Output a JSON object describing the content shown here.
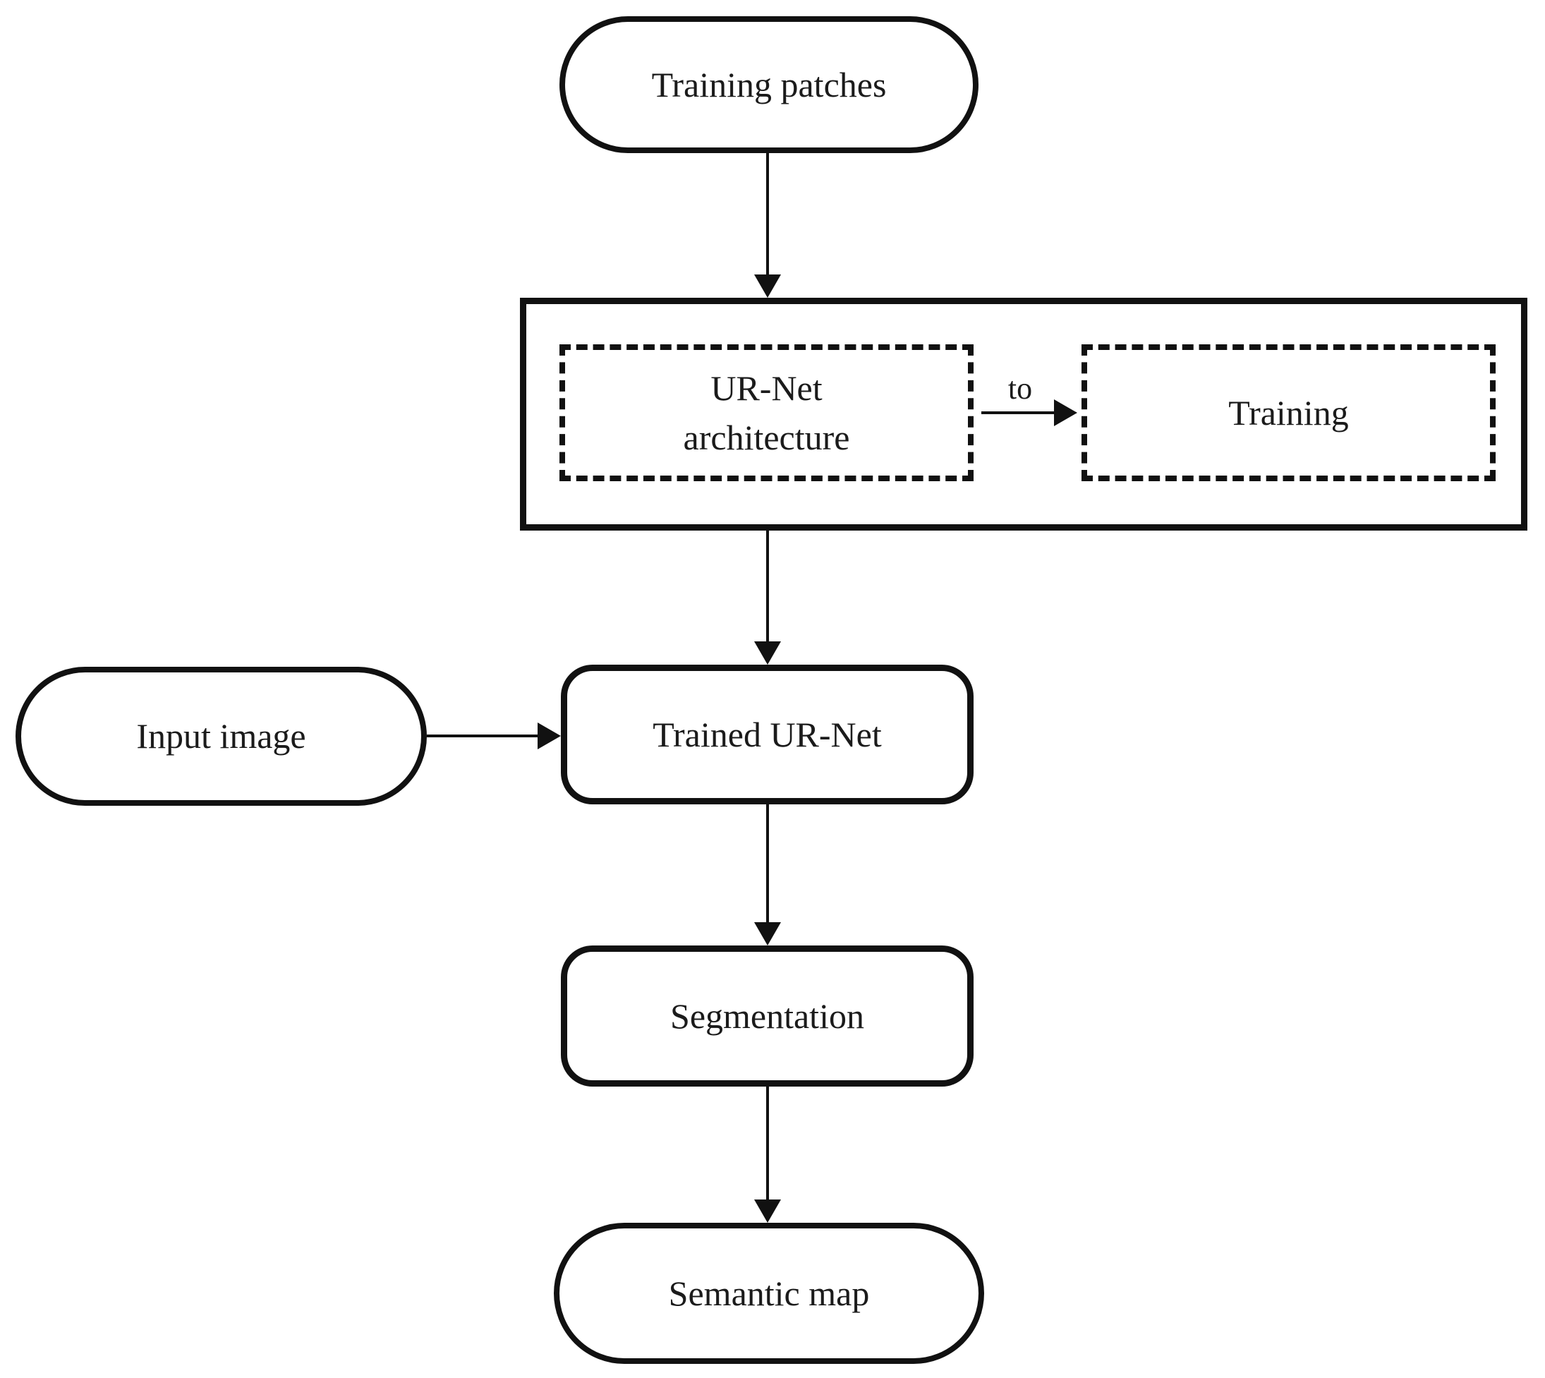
{
  "figure": {
    "type": "flowchart",
    "background_color": "#ffffff",
    "stroke_color": "#111111",
    "text_color": "#1b1b1b"
  },
  "nodes": {
    "training_patches": {
      "label": "Training patches"
    },
    "urnet_architecture": {
      "label": "UR-Net\narchitecture"
    },
    "training": {
      "label": "Training"
    },
    "input_image": {
      "label": "Input image"
    },
    "trained_urnet": {
      "label": "Trained UR-Net"
    },
    "segmentation": {
      "label": "Segmentation"
    },
    "semantic_map": {
      "label": "Semantic map"
    }
  },
  "edge_labels": {
    "to": "to"
  }
}
